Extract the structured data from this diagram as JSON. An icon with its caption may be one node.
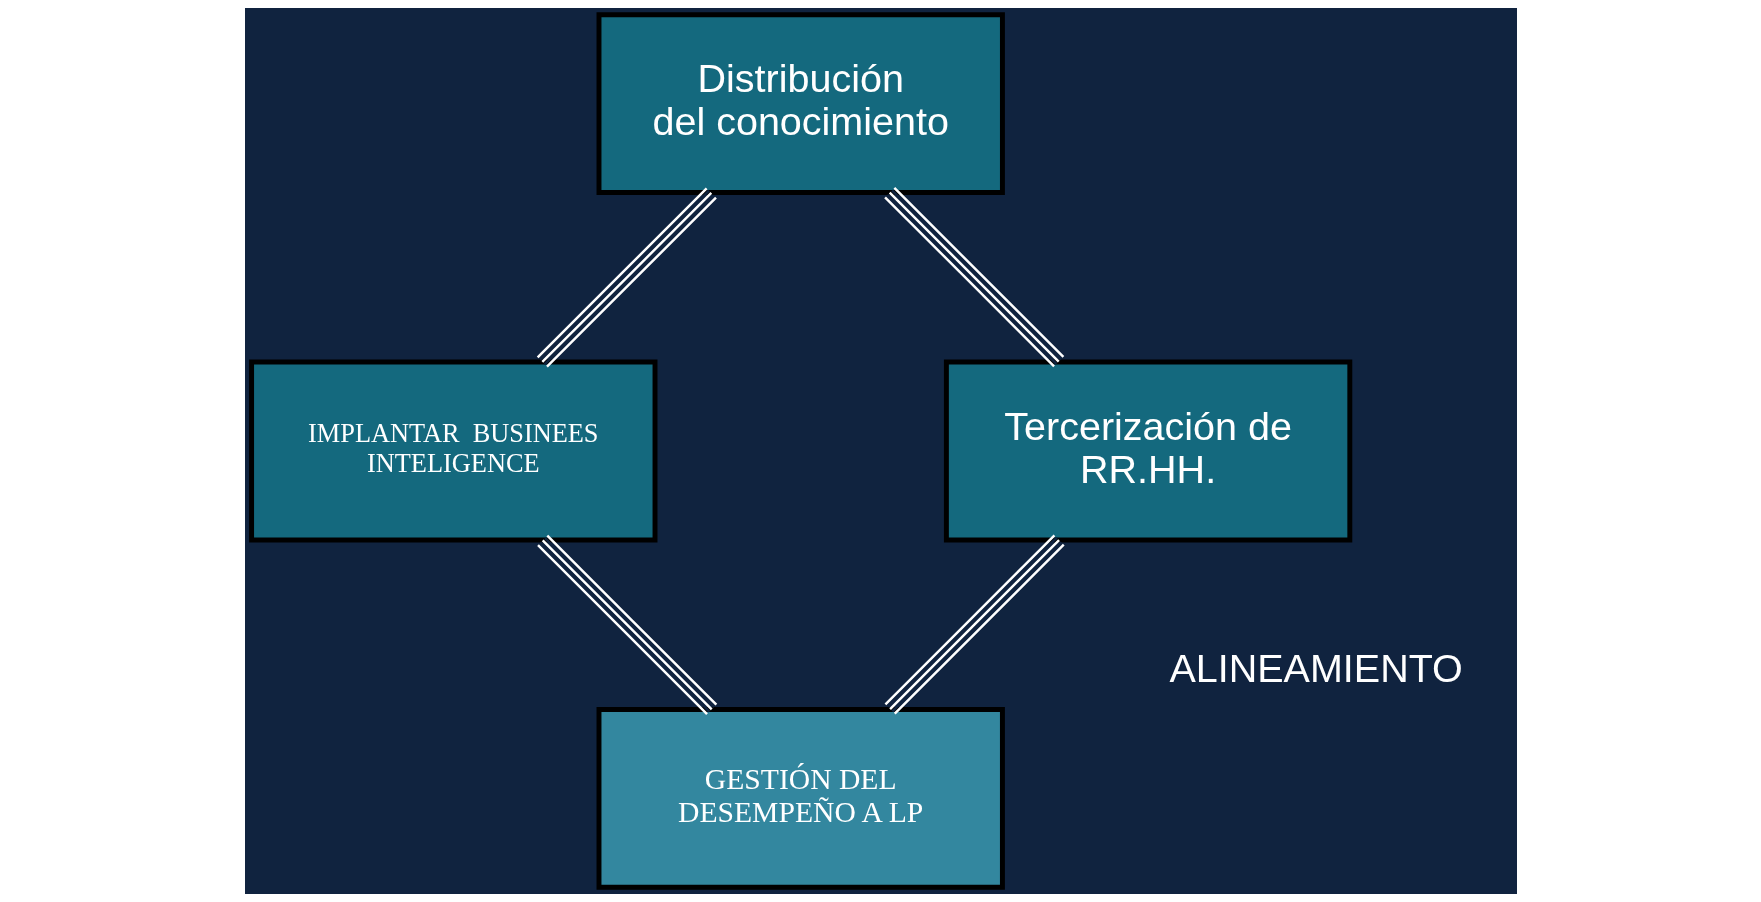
{
  "diagram": {
    "nodes": [
      {
        "text": [
          "GESTIÓN DEL DESEMPEÑO A LP"
        ]
      },
      {
        "text": [
          "Tercerización de RR.HH."
        ]
      },
      {
        "text": [
          "IMPLANTAR  BUSINEES INTELIGENCE"
        ]
      },
      {
        "text": [
          "Distribución del conocimiento"
        ]
      }
    ],
    "edges": [
      {
        "from": 0,
        "to": 2,
        "arrow": "none"
      },
      {
        "from": 2,
        "to": 3,
        "arrow": "none"
      },
      {
        "from": 3,
        "to": 1,
        "arrow": "none"
      },
      {
        "from": 1,
        "to": 0,
        "arrow": "none"
      }
    ],
    "labels": [
      "ALINEAMIENTO"
    ]
  }
}
